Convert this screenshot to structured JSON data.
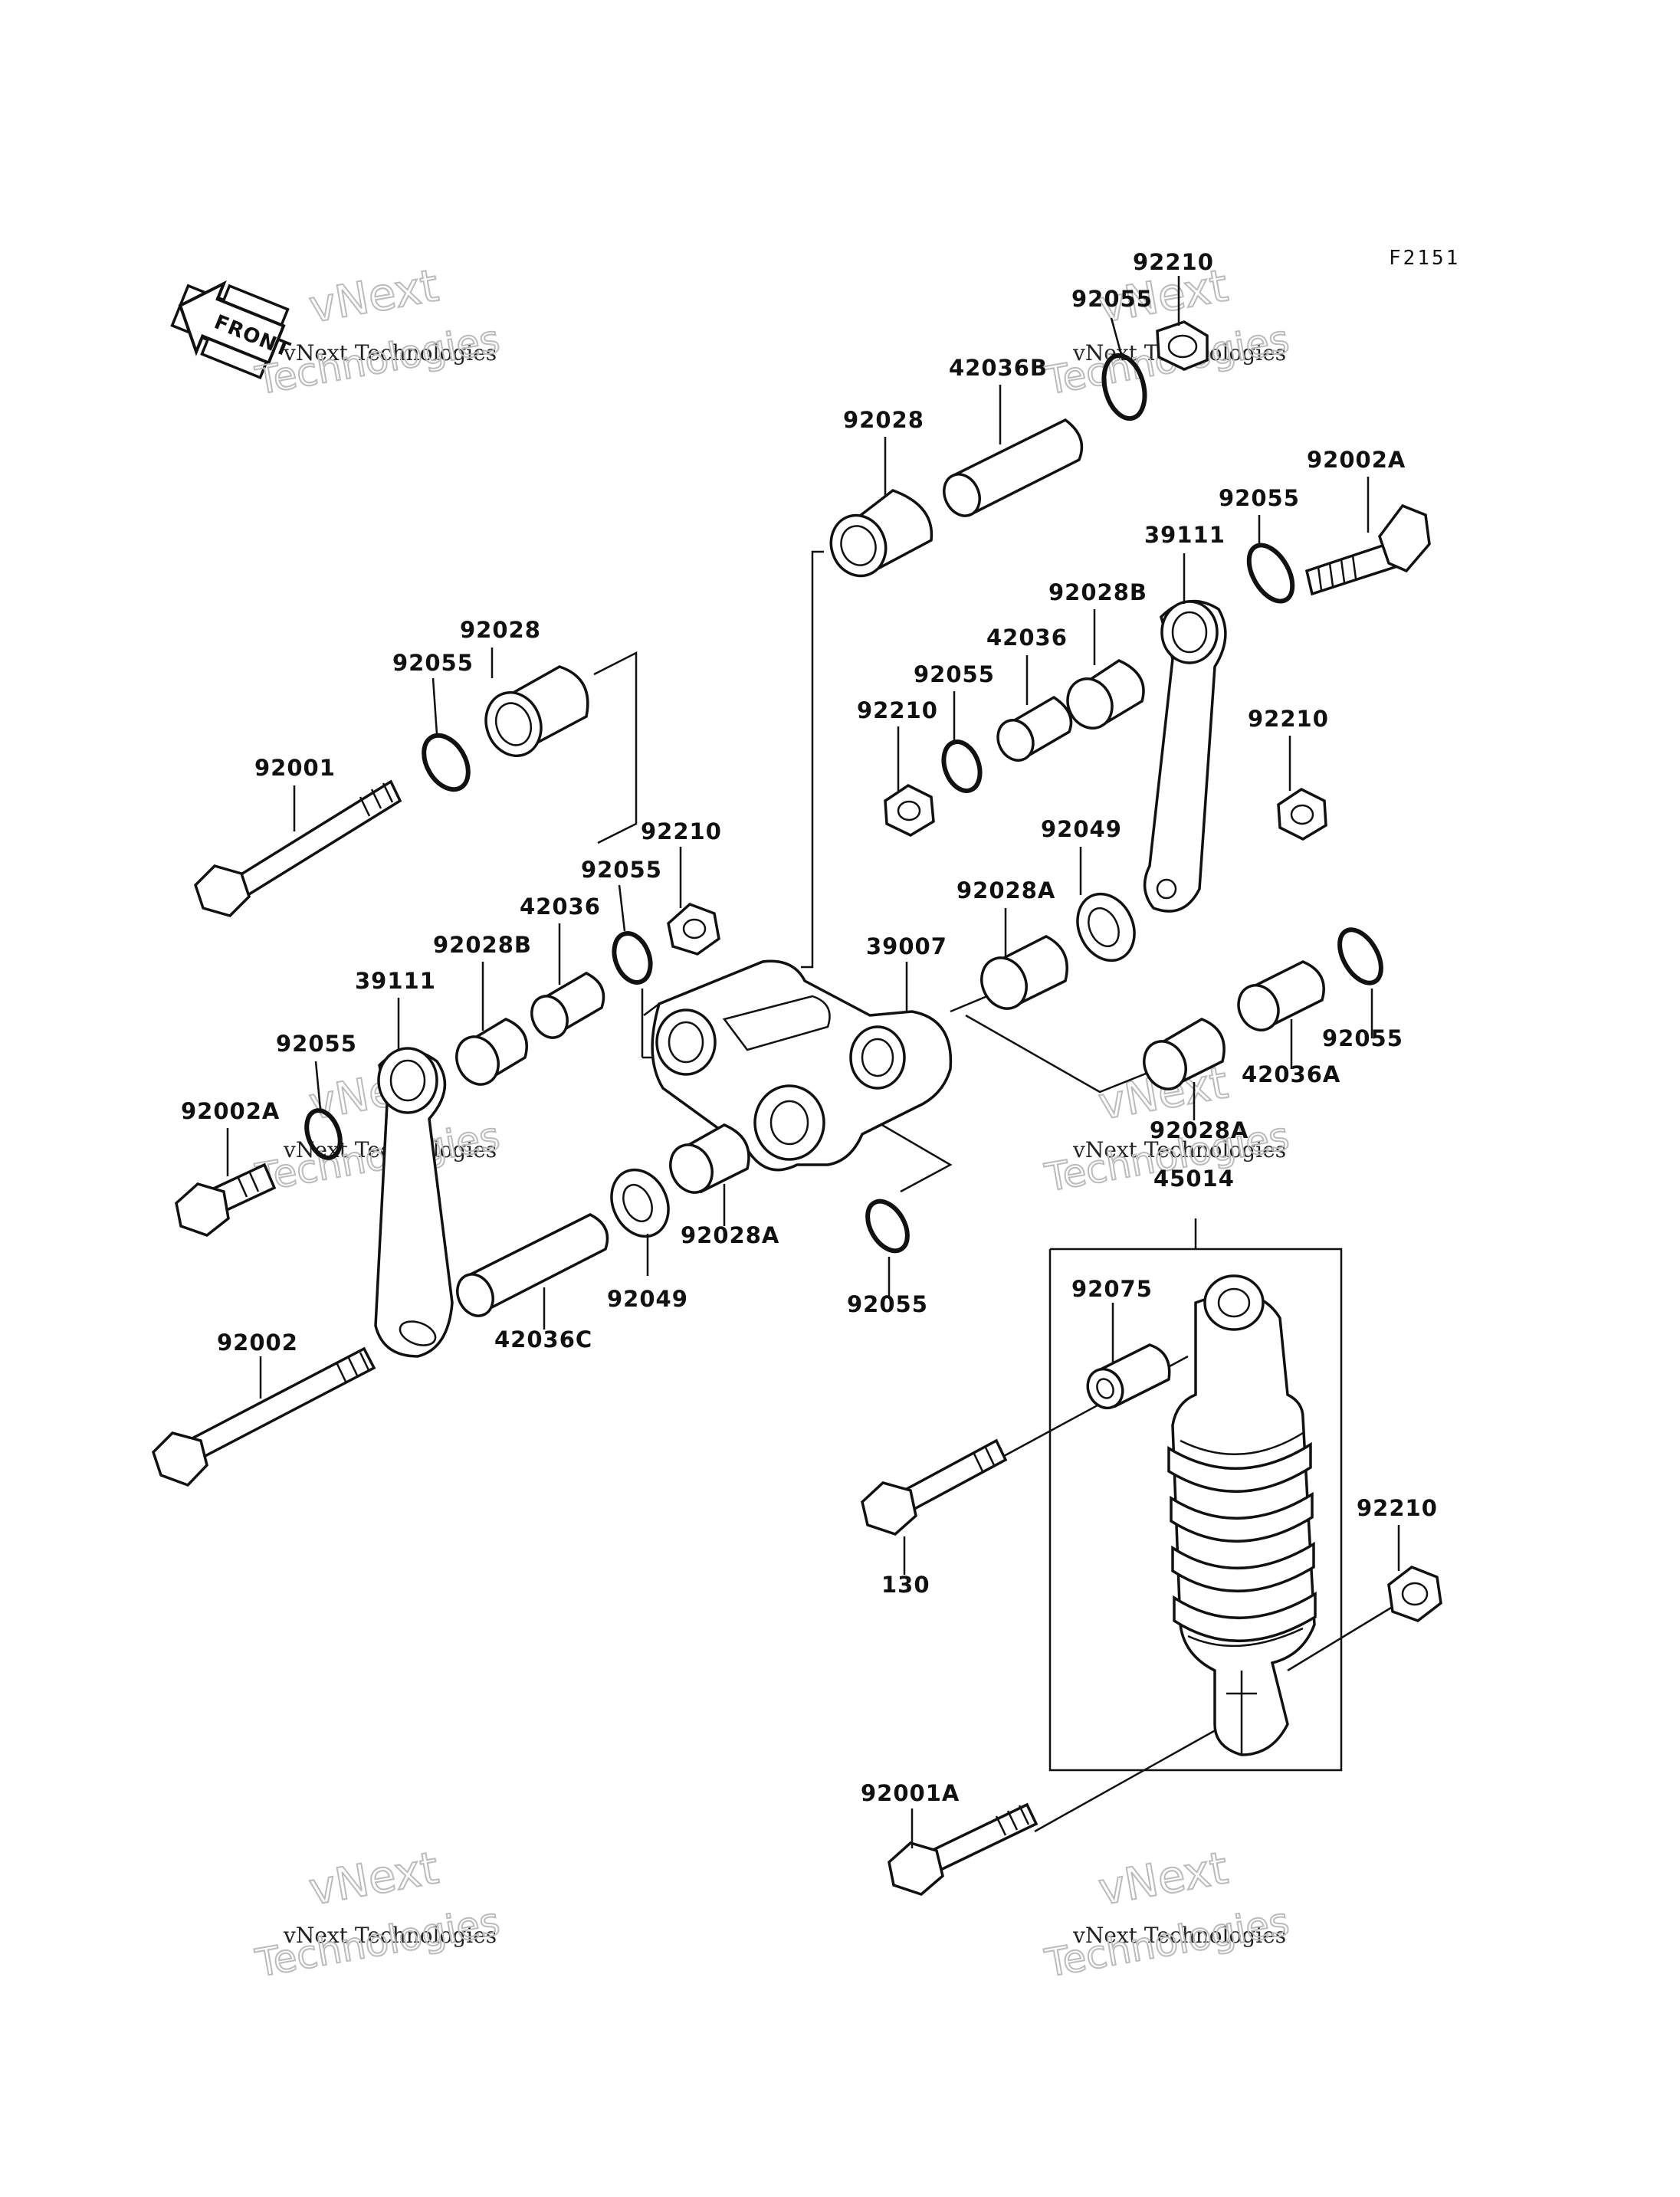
{
  "figure_code": "F2151",
  "front_marker": "FRONT",
  "watermark": {
    "line1": "vNext",
    "line2": "vNext Technologies",
    "line3": "Technologies"
  },
  "labels": [
    "92210",
    "92055",
    "42036B",
    "92028",
    "92002A",
    "92055",
    "39111",
    "92028B",
    "42036",
    "92055",
    "92210",
    "92210",
    "92028",
    "92055",
    "92001",
    "92210",
    "92055",
    "42036",
    "92028B",
    "39111",
    "92055",
    "92002A",
    "92049",
    "92028A",
    "39007",
    "92055",
    "42036A",
    "92028A",
    "45014",
    "92028A",
    "92049",
    "42036C",
    "92055",
    "92002",
    "92075",
    "130",
    "92210",
    "92001A"
  ]
}
